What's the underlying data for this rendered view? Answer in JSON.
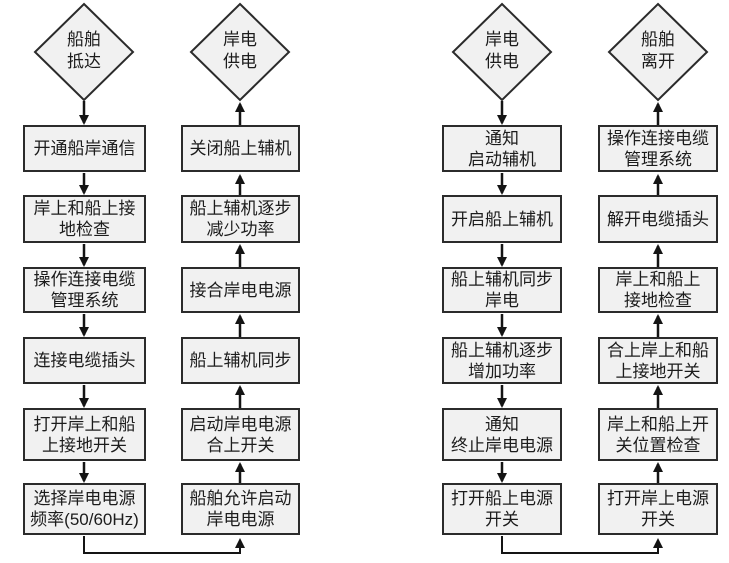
{
  "colors": {
    "node_fill": "#f1f1f1",
    "node_border": "#2b2b2b",
    "arrow": "#141414",
    "text": "#1c1c1c",
    "background": "#ffffff"
  },
  "flowcharts": [
    {
      "start_label": "船舶\n抵达",
      "end_label": "岸电\n供电",
      "down_column": [
        "开通船岸通信",
        "岸上和船上接\n地检查",
        "操作连接电缆\n管理系统",
        "连接电缆插头",
        "打开岸上和船\n上接地开关",
        "选择岸电电源\n频率(50/60Hz)"
      ],
      "up_column": [
        "关闭船上辅机",
        "船上辅机逐步\n减少功率",
        "接合岸电电源",
        "船上辅机同步",
        "启动岸电电源\n合上开关",
        "船舶允许启动\n岸电电源"
      ]
    },
    {
      "start_label": "岸电\n供电",
      "end_label": "船舶\n离开",
      "down_column": [
        "通知\n启动辅机",
        "开启船上辅机",
        "船上辅机同步\n岸电",
        "船上辅机逐步\n增加功率",
        "通知\n终止岸电电源",
        "打开船上电源\n开关"
      ],
      "up_column": [
        "操作连接电缆\n管理系统",
        "解开电缆插头",
        "岸上和船上\n接地检查",
        "合上岸上和船\n上接地开关",
        "岸上和船上开\n关位置检查",
        "打开岸上电源\n开关"
      ]
    }
  ]
}
